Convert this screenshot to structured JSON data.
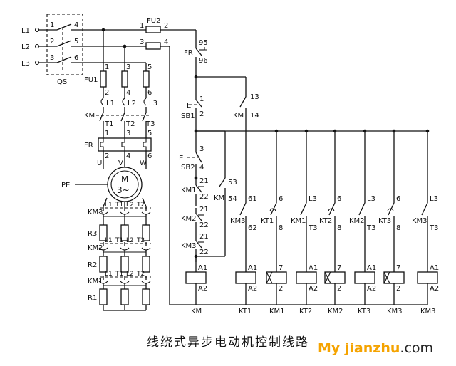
{
  "title": "线绕式异步电动机控制线路",
  "watermark": {
    "brand": "My jianzhu",
    "domain": ".com"
  },
  "power": {
    "lines": [
      "L1",
      "L2",
      "L3"
    ],
    "switch": "QS",
    "fuses": [
      "FU1",
      "FU2"
    ],
    "contactor": "KM",
    "relay": "FR",
    "motor_terminals": [
      "U",
      "V",
      "W"
    ],
    "motor": "M",
    "motor_phase": "3~",
    "ground": "PE",
    "rotor_terminals": [
      "L1",
      "T1",
      "L2",
      "T2"
    ],
    "rotor_contactors": [
      "KM3",
      "KM2",
      "KM1"
    ],
    "resistors": [
      "R3",
      "R2",
      "R1"
    ],
    "bus_labels": [
      "L1",
      "L2",
      "L3"
    ],
    "contactor_terminals": [
      "T1",
      "T2",
      "T3"
    ],
    "pin_numbers": [
      "1",
      "2",
      "3",
      "4",
      "5",
      "6"
    ]
  },
  "control": {
    "fr_contact": "FR",
    "fr_pins": [
      "95",
      "96"
    ],
    "fu2_pins": [
      "1",
      "2",
      "3",
      "4"
    ],
    "stop_button": "SB1",
    "start_button": "SB2",
    "e_mark": "E",
    "km_hold": "KM",
    "km_hold_pins": [
      "13",
      "14"
    ],
    "km_start_pins": [
      "53",
      "54"
    ],
    "interlocks": [
      "KM1",
      "KM2",
      "KM3"
    ],
    "interlock_pins": [
      "21",
      "22"
    ],
    "branch_contacts": [
      "KM3",
      "KT1",
      "KM1",
      "KT2",
      "KM2",
      "KT3",
      "KM3"
    ],
    "branch_top_pins": [
      "61",
      "6",
      "L3",
      "6",
      "L3",
      "6",
      "L3"
    ],
    "branch_bottom_pins": [
      "62",
      "8",
      "T3",
      "8",
      "T3",
      "8",
      "T3"
    ],
    "coil_pins": [
      "A1",
      "7",
      "A1",
      "7",
      "A1",
      "7",
      "A1"
    ],
    "coil_bottom_pins": [
      "A2",
      "2",
      "A2",
      "2",
      "A2",
      "2",
      "A2"
    ],
    "coil_labels": [
      "KM",
      "KT1",
      "KM1",
      "KT2",
      "KM2",
      "KT3",
      "KM3"
    ]
  }
}
